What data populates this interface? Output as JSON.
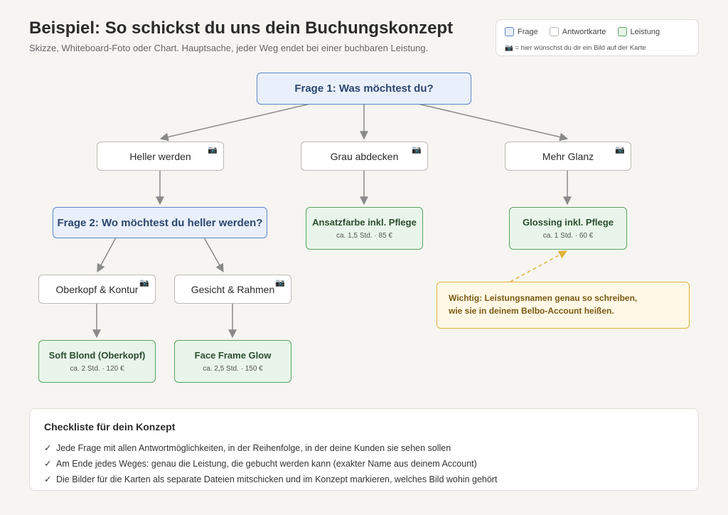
{
  "header": {
    "title": "Beispiel: So schickst du uns dein Buchungskonzept",
    "subtitle": "Skizze, Whiteboard-Foto oder Chart. Hauptsache, jeder Weg endet bei einer buchbaren Leistung."
  },
  "legend": {
    "frage": "Frage",
    "antwortkarte": "Antwortkarte",
    "leistung": "Leistung",
    "note": "📷 = hier wünschst du dir ein Bild auf der Karte"
  },
  "nodes": {
    "q1": "Frage 1: Was möchtest du?",
    "a_heller": "Heller werden",
    "a_grau": "Grau abdecken",
    "a_glanz": "Mehr Glanz",
    "q2": "Frage 2: Wo möchtest du heller werden?",
    "a_oberkopf": "Oberkopf & Kontur",
    "a_gesicht": "Gesicht & Rahmen",
    "l_ansatz": {
      "name": "Ansatzfarbe inkl. Pflege",
      "meta": "ca. 1,5 Std. · 85 €"
    },
    "l_glossing": {
      "name": "Glossing inkl. Pflege",
      "meta": "ca. 1 Std. · 60 €"
    },
    "l_softblond": {
      "name": "Soft Blond (Oberkopf)",
      "meta": "ca. 2 Std. · 120 €"
    },
    "l_faceframe": {
      "name": "Face Frame Glow",
      "meta": "ca. 2,5 Std. · 150 €"
    },
    "camera": "📷"
  },
  "note": {
    "line1": "Wichtig: Leistungsnamen genau so schreiben,",
    "line2": "wie sie in deinem Belbo-Account heißen."
  },
  "checklist": {
    "title": "Checkliste für dein Konzept",
    "check": "✓",
    "items": [
      "Jede Frage mit allen Antwortmöglichkeiten, in der Reihenfolge, in der deine Kunden sie sehen sollen",
      "Am Ende jedes Weges: genau die Leistung, die gebucht werden kann (exakter Name aus deinem Account)",
      "Die Bilder für die Karten als separate Dateien mitschicken und im Konzept markieren, welches Bild wohin gehört"
    ]
  },
  "colors": {
    "frage": "#5c86c8",
    "leistung": "#5aa463",
    "hinweis": "#e0b33c",
    "edge": "#8a8a8a"
  }
}
